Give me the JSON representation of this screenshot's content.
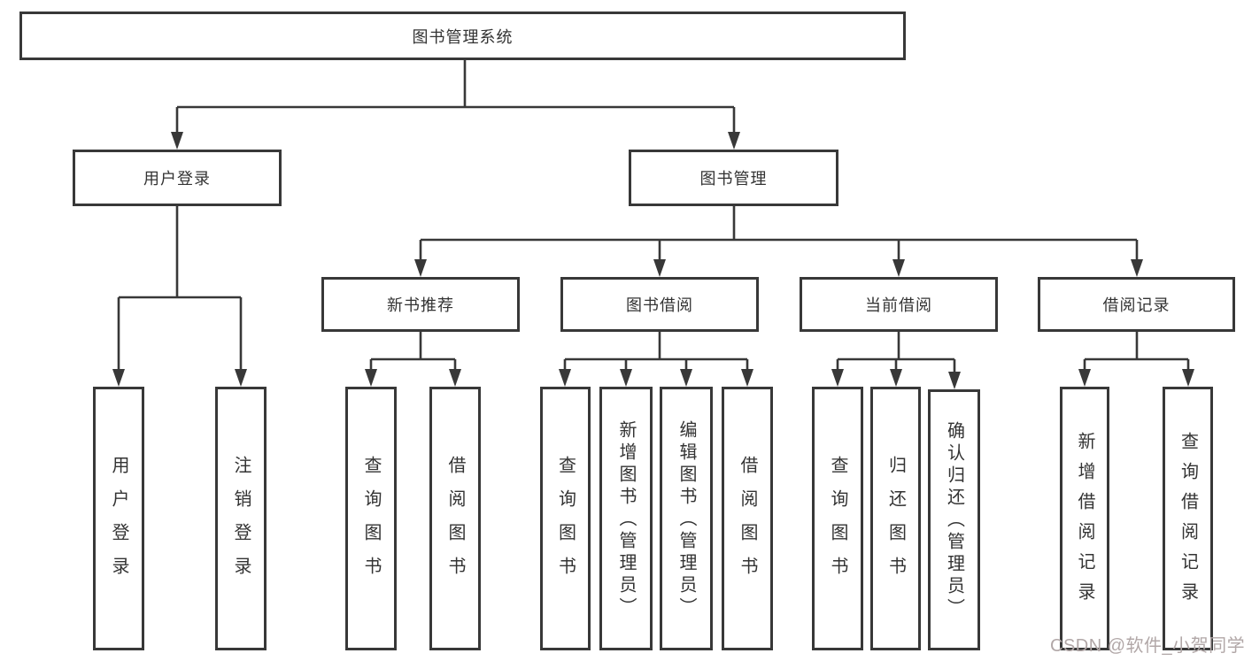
{
  "diagram_title": "图书管理系统",
  "nodes": {
    "root": "图书管理系统",
    "user_login": "用户登录",
    "book_mgmt": "图书管理",
    "new_book_rec": "新书推荐",
    "book_borrow": "图书借阅",
    "current_borrow": "当前借阅",
    "borrow_records": "借阅记录",
    "leaf_user_login": "用户登录",
    "leaf_logout": "注销登录",
    "leaf_nbr_query": "查询图书",
    "leaf_nbr_borrow": "借阅图书",
    "leaf_bb_query": "查询图书",
    "leaf_bb_add": "新增图书（管理员）",
    "leaf_bb_edit": "编辑图书（管理员）",
    "leaf_bb_borrow": "借阅图书",
    "leaf_cb_query": "查询图书",
    "leaf_cb_return": "归还图书",
    "leaf_cb_confirm": "确认归还（管理员）",
    "leaf_br_add": "新增借阅记录",
    "leaf_br_query": "查询借阅记录"
  },
  "edges": [
    [
      "图书管理系统",
      "用户登录"
    ],
    [
      "图书管理系统",
      "图书管理"
    ],
    [
      "用户登录",
      "用户登录(叶)"
    ],
    [
      "用户登录",
      "注销登录"
    ],
    [
      "图书管理",
      "新书推荐"
    ],
    [
      "图书管理",
      "图书借阅"
    ],
    [
      "图书管理",
      "当前借阅"
    ],
    [
      "图书管理",
      "借阅记录"
    ],
    [
      "新书推荐",
      "查询图书"
    ],
    [
      "新书推荐",
      "借阅图书"
    ],
    [
      "图书借阅",
      "查询图书"
    ],
    [
      "图书借阅",
      "新增图书（管理员）"
    ],
    [
      "图书借阅",
      "编辑图书（管理员）"
    ],
    [
      "图书借阅",
      "借阅图书"
    ],
    [
      "当前借阅",
      "查询图书"
    ],
    [
      "当前借阅",
      "归还图书"
    ],
    [
      "当前借阅",
      "确认归还（管理员）"
    ],
    [
      "借阅记录",
      "新增借阅记录"
    ],
    [
      "借阅记录",
      "查询借阅记录"
    ]
  ],
  "colors": {
    "line": "#383838",
    "box_border": "#383838",
    "text": "#333333",
    "watermark": "#b1a7a7",
    "background": "#ffffff"
  },
  "watermark": {
    "text": "CSDN @软件_小贺同学"
  }
}
